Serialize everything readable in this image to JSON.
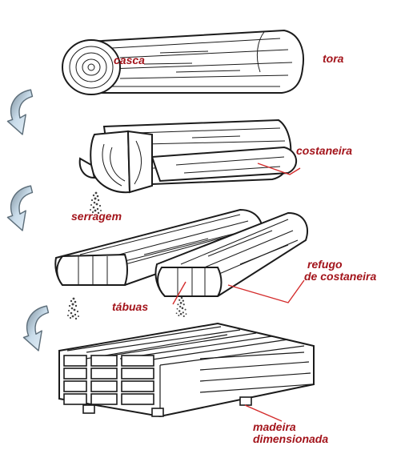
{
  "colors": {
    "label": "#a3141b",
    "leader": "#d42c2c",
    "ink": "#1b1b1b",
    "arrow_fill": "#b9d3e6",
    "arrow_stroke": "#5e6f7b",
    "wood": "#ffffff"
  },
  "labels": {
    "casca": "casca",
    "tora": "tora",
    "costaneira": "costaneira",
    "serragem": "serragem",
    "refugo_line1": "refugo",
    "refugo_line2": "de costaneira",
    "tabuas": "tábuas",
    "madeira_line1": "madeira",
    "madeira_line2": "dimensionada"
  },
  "icons": [
    "curved-arrow-icon",
    "sawdust-icon"
  ]
}
